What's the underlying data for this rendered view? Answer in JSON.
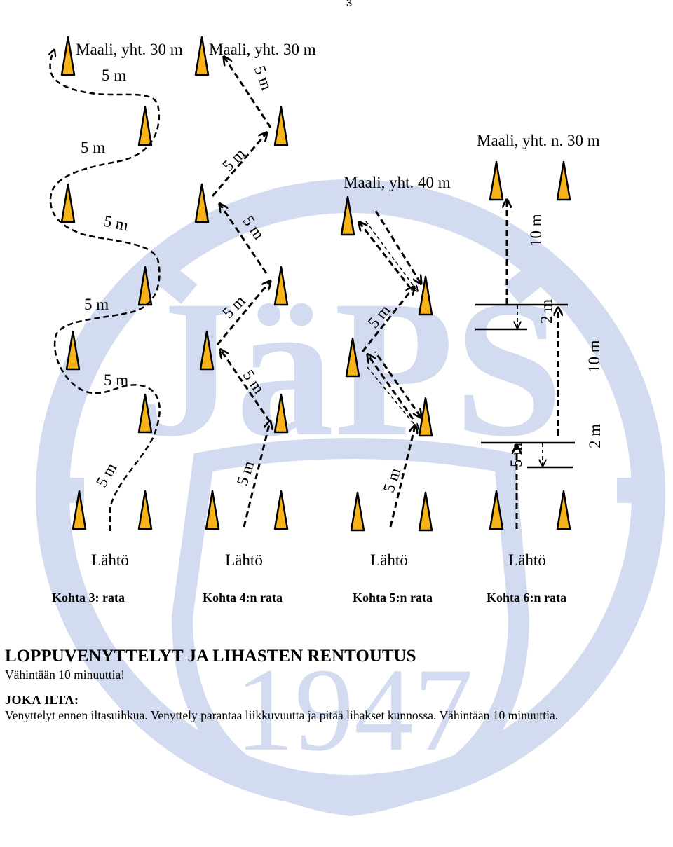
{
  "page_number": "3",
  "watermark": {
    "logo_text": "JäPS",
    "year": "1947",
    "color": "#d2dbef"
  },
  "colors": {
    "cone_fill": "#f7b318",
    "stroke": "#000000"
  },
  "courses": [
    {
      "caption": "Kohta 3: rata",
      "finish_label": "Maali, yht. 30 m",
      "start_label": "Lähtö",
      "segment_labels": [
        "5 m",
        "5 m",
        "5 m",
        "5 m",
        "5 m",
        "5 m"
      ]
    },
    {
      "caption": "Kohta 4:n rata",
      "finish_label": "Maali, yht. 30 m",
      "start_label": "Lähtö",
      "segment_labels": [
        "5 m",
        "5 m",
        "5 m",
        "5 m",
        "5 m",
        "5 m"
      ]
    },
    {
      "caption": "Kohta 5:n rata",
      "finish_label": "Maali, yht. 40 m",
      "start_label": "Lähtö",
      "segment_labels": [
        "5 m",
        "5 m"
      ]
    },
    {
      "caption": "Kohta 6:n rata",
      "finish_label": "Maali, yht. n. 30 m",
      "start_label": "Lähtö",
      "segment_labels": [
        "5 m",
        "2 m",
        "10 m",
        "2 m",
        "10 m"
      ]
    }
  ],
  "section": {
    "heading": "LOPPUVENYTTELYT JA LIHASTEN RENTOUTUS",
    "note": "Vähintään 10 minuuttia!",
    "subheading": "JOKA ILTA:",
    "body": "Venyttelyt ennen iltasuihkua. Venyttely parantaa liikkuvuutta ja pitää lihakset kunnossa. Vähintään 10 minuuttia."
  }
}
